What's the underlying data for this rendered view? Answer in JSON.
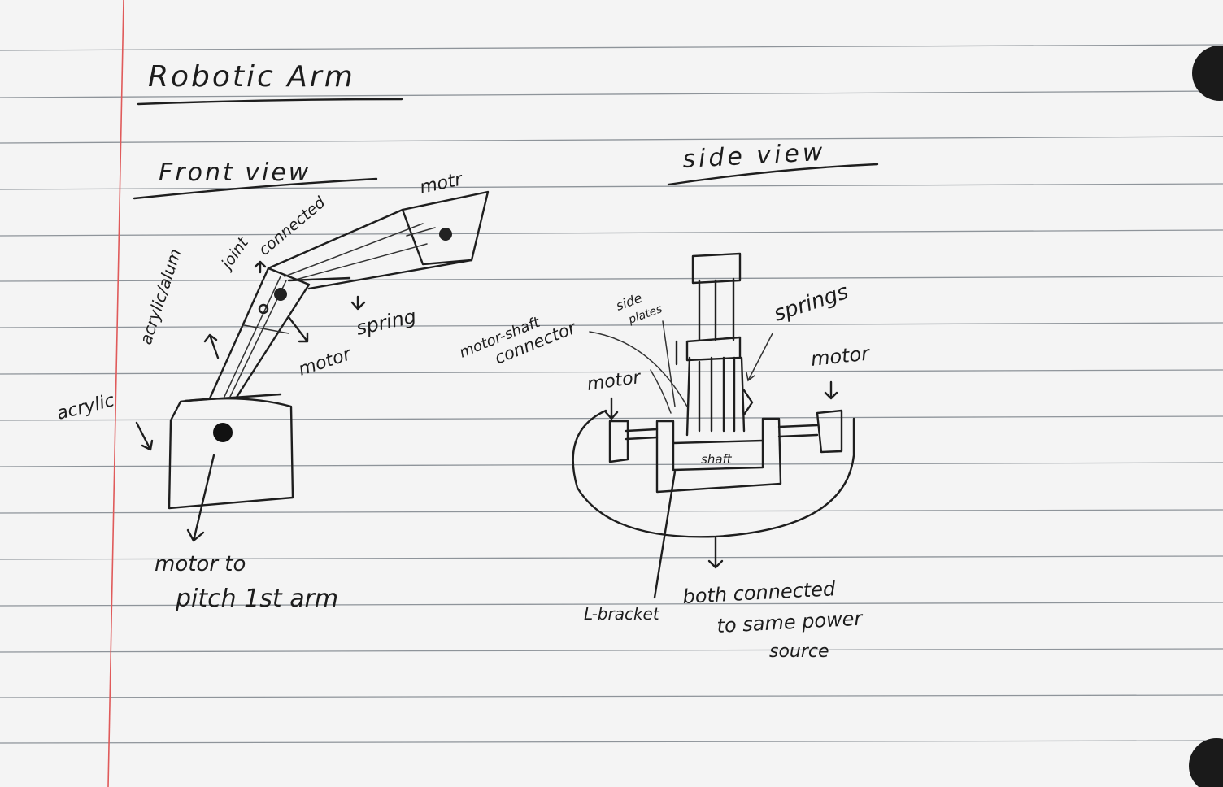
{
  "title": "Robotic Arm",
  "front_view": {
    "heading": "Front view",
    "labels": {
      "motor_top": "motr",
      "connected": "connected",
      "joint": "joint",
      "acrylic_alum": "acrylic/alum",
      "motor": "motor",
      "spring": "spring",
      "acrylic": "acrylic",
      "motor_pitch_line1": "motor to",
      "motor_pitch_line2": "pitch 1st arm"
    }
  },
  "side_view": {
    "heading": "side view",
    "labels": {
      "motor_shaft_line1": "motor-shaft",
      "motor_shaft_line2": "connector",
      "side_plates_line1": "side",
      "side_plates_line2": "plates",
      "springs": "springs",
      "motor_left": "motor",
      "motor_right": "motor",
      "shaft": "shaft",
      "l_bracket": "L-bracket",
      "power_line1": "both connected",
      "power_line2": "to same power",
      "power_line3": "source"
    }
  },
  "colors": {
    "paper": "#f4f4f4",
    "rule": "#8e949a",
    "margin": "#e05a5a",
    "ink": "#1e1e1e"
  }
}
